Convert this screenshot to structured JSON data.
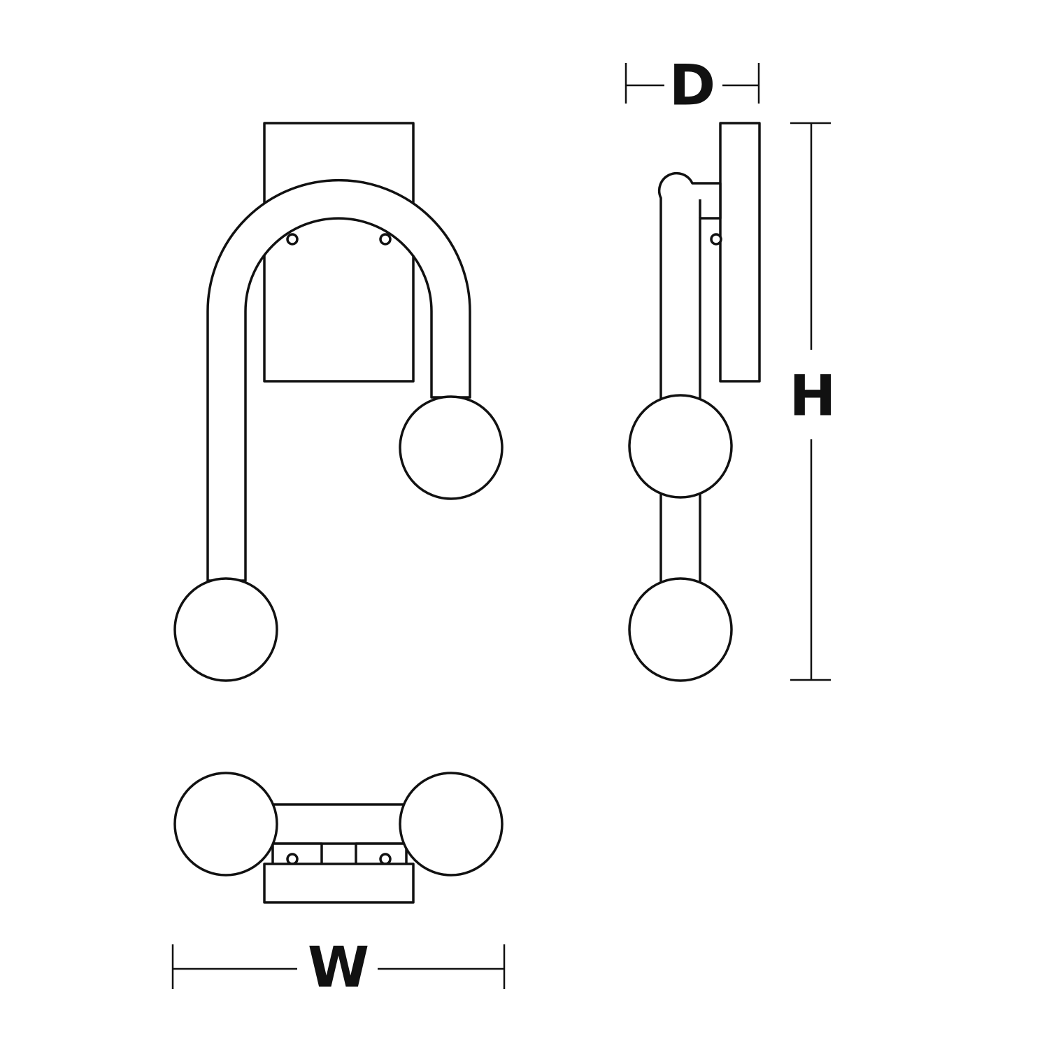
{
  "dimensions": {
    "depth_label": "D",
    "height_label": "H",
    "width_label": "W"
  },
  "colors": {
    "line": "#111111",
    "background": "#ffffff"
  }
}
